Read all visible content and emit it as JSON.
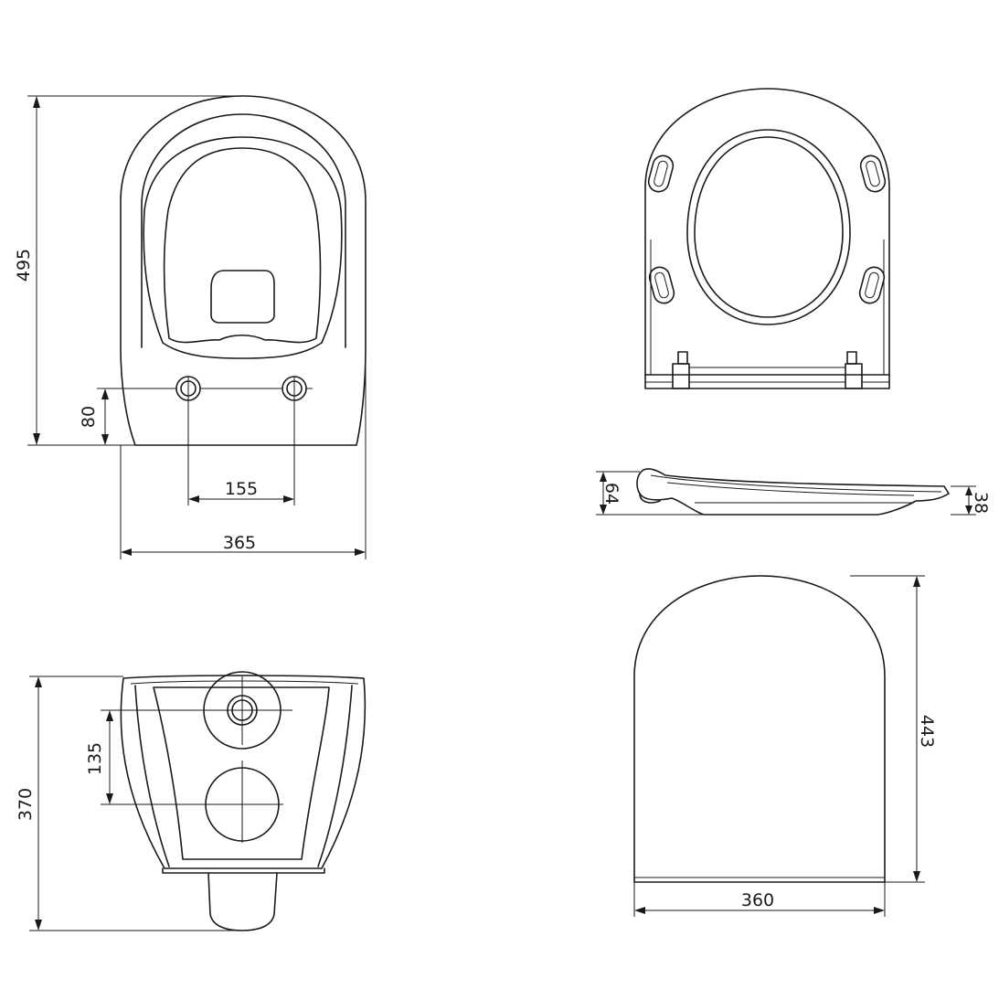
{
  "drawing": {
    "dimensions": {
      "bowl_length": "495",
      "bowl_width": "365",
      "bolt_spacing": "155",
      "bolt_height": "80",
      "rear_height": "370",
      "pipe_spacing": "135",
      "seat_thickness_rear": "64",
      "seat_thickness_front": "38",
      "lid_length": "443",
      "lid_width": "360"
    }
  }
}
